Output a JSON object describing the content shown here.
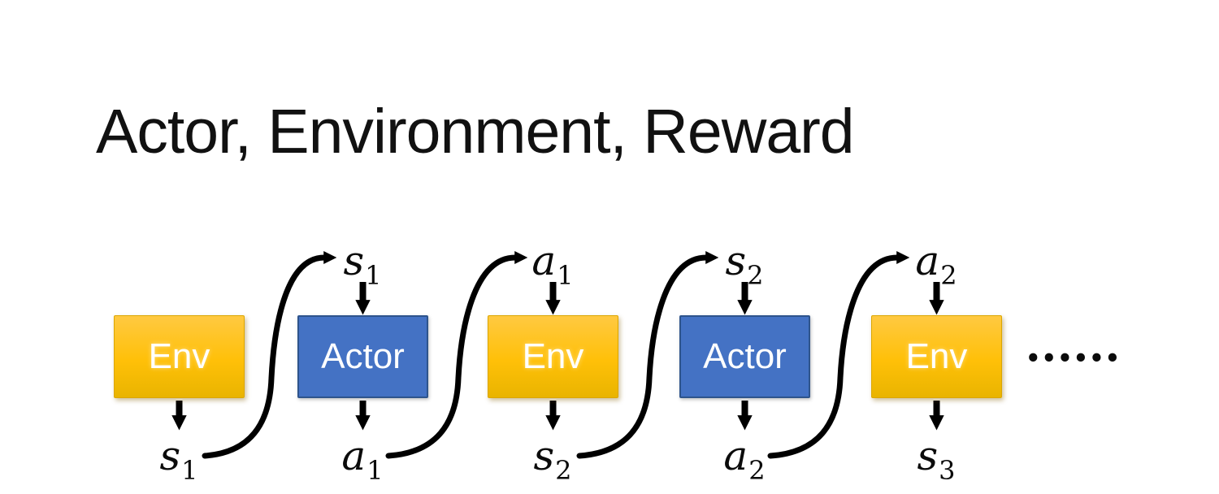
{
  "title": "Actor, Environment, Reward",
  "colors": {
    "background": "#FFFFFF",
    "title_text": "#111111",
    "env_gradient_top": "#FFC941",
    "env_gradient_bottom": "#E9B400",
    "env_border": "#DCA600",
    "actor_fill": "#4472C4",
    "actor_border": "#2E548C",
    "box_text": "#FFFFFF",
    "arrow": "#000000"
  },
  "diagram": {
    "boxes": [
      {
        "label": "Env",
        "type": "env"
      },
      {
        "label": "Actor",
        "type": "actor"
      },
      {
        "label": "Env",
        "type": "env"
      },
      {
        "label": "Actor",
        "type": "actor"
      },
      {
        "label": "Env",
        "type": "env"
      }
    ],
    "top_labels": [
      {
        "base": "s",
        "sub": "1"
      },
      {
        "base": "a",
        "sub": "1"
      },
      {
        "base": "s",
        "sub": "2"
      },
      {
        "base": "a",
        "sub": "2"
      }
    ],
    "bottom_labels": [
      {
        "base": "s",
        "sub": "1"
      },
      {
        "base": "a",
        "sub": "1"
      },
      {
        "base": "s",
        "sub": "2"
      },
      {
        "base": "a",
        "sub": "2"
      },
      {
        "base": "s",
        "sub": "3"
      }
    ],
    "ellipsis": "••••••"
  }
}
